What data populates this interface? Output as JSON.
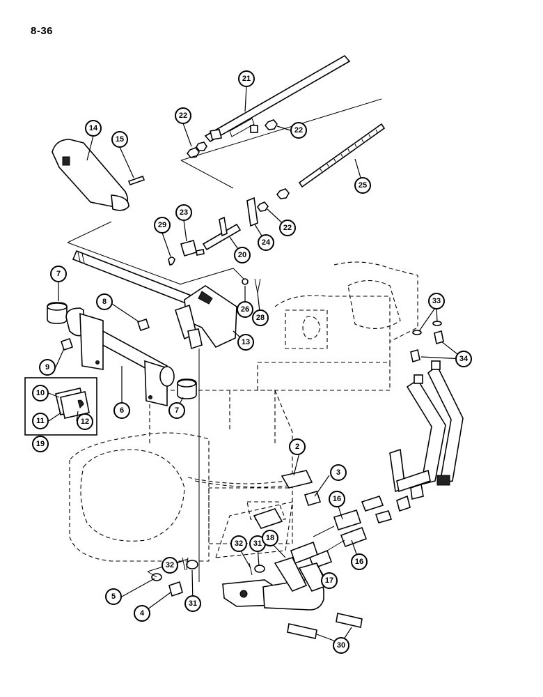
{
  "page": {
    "number": "8-36"
  },
  "callouts": [
    {
      "label": "21"
    },
    {
      "label": "22"
    },
    {
      "label": "22"
    },
    {
      "label": "14"
    },
    {
      "label": "15"
    },
    {
      "label": "25"
    },
    {
      "label": "23"
    },
    {
      "label": "29"
    },
    {
      "label": "22"
    },
    {
      "label": "24"
    },
    {
      "label": "20"
    },
    {
      "label": "7"
    },
    {
      "label": "8"
    },
    {
      "label": "26"
    },
    {
      "label": "28"
    },
    {
      "label": "33"
    },
    {
      "label": "13"
    },
    {
      "label": "34"
    },
    {
      "label": "9"
    },
    {
      "label": "10"
    },
    {
      "label": "6"
    },
    {
      "label": "7"
    },
    {
      "label": "11"
    },
    {
      "label": "12"
    },
    {
      "label": "19"
    },
    {
      "label": "2"
    },
    {
      "label": "3"
    },
    {
      "label": "16"
    },
    {
      "label": "32"
    },
    {
      "label": "31"
    },
    {
      "label": "18"
    },
    {
      "label": "16"
    },
    {
      "label": "32"
    },
    {
      "label": "17"
    },
    {
      "label": "5"
    },
    {
      "label": "31"
    },
    {
      "label": "4"
    },
    {
      "label": "30"
    }
  ]
}
